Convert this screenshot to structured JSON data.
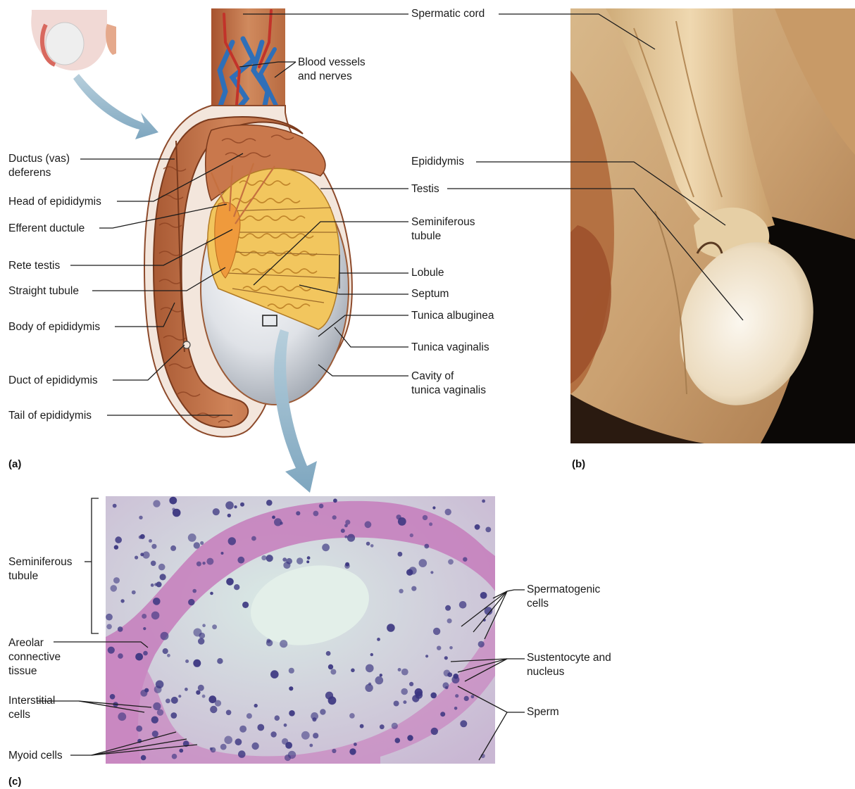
{
  "panels": {
    "a": "(a)",
    "b": "(b)",
    "c": "(c)"
  },
  "labels_a_left": {
    "ductus_vas_deferens": "Ductus (vas)\ndeferens",
    "head_of_epididymis": "Head of epididymis",
    "efferent_ductule": "Efferent ductule",
    "rete_testis": "Rete testis",
    "straight_tubule": "Straight tubule",
    "body_of_epididymis": "Body of epididymis",
    "duct_of_epididymis": "Duct of epididymis",
    "tail_of_epididymis": "Tail of epididymis"
  },
  "labels_a_right": {
    "spermatic_cord": "Spermatic cord",
    "blood_vessels_and_nerves": "Blood vessels\nand nerves",
    "epididymis": "Epididymis",
    "testis": "Testis",
    "seminiferous_tubule": "Seminiferous\ntubule",
    "lobule": "Lobule",
    "septum": "Septum",
    "tunica_albuginea": "Tunica albuginea",
    "tunica_vaginalis": "Tunica vaginalis",
    "cavity_of_tunica_vaginalis": "Cavity of\ntunica vaginalis"
  },
  "labels_c_left": {
    "seminiferous_tubule": "Seminiferous\ntubule",
    "areolar_connective_tissue": "Areolar\nconnective\ntissue",
    "interstitial_cells": "Interstitial\ncells",
    "myoid_cells": "Myoid cells"
  },
  "labels_c_right": {
    "spermatogenic_cells": "Spermatogenic\ncells",
    "sustentocyte_and_nucleus": "Sustentocyte and\nnucleus",
    "sperm": "Sperm"
  },
  "colors": {
    "epididymis_tissue": "#c8744a",
    "epididymis_dark": "#8e3f22",
    "testis_tubules": "#e7b542",
    "rete_testis": "#ef9a3c",
    "tunica_sac": "#d9dde2",
    "blood_vessel_blue": "#2f6fb8",
    "blood_vessel_red": "#c2332a",
    "arrow_blue": "#8fb3c9",
    "photo_tissue": "#dcc08f",
    "photo_background": "#0a0705",
    "micro_background": "#cfe1dc",
    "micro_stain": "#b56cb1",
    "micro_nucleus": "#3a3580"
  }
}
